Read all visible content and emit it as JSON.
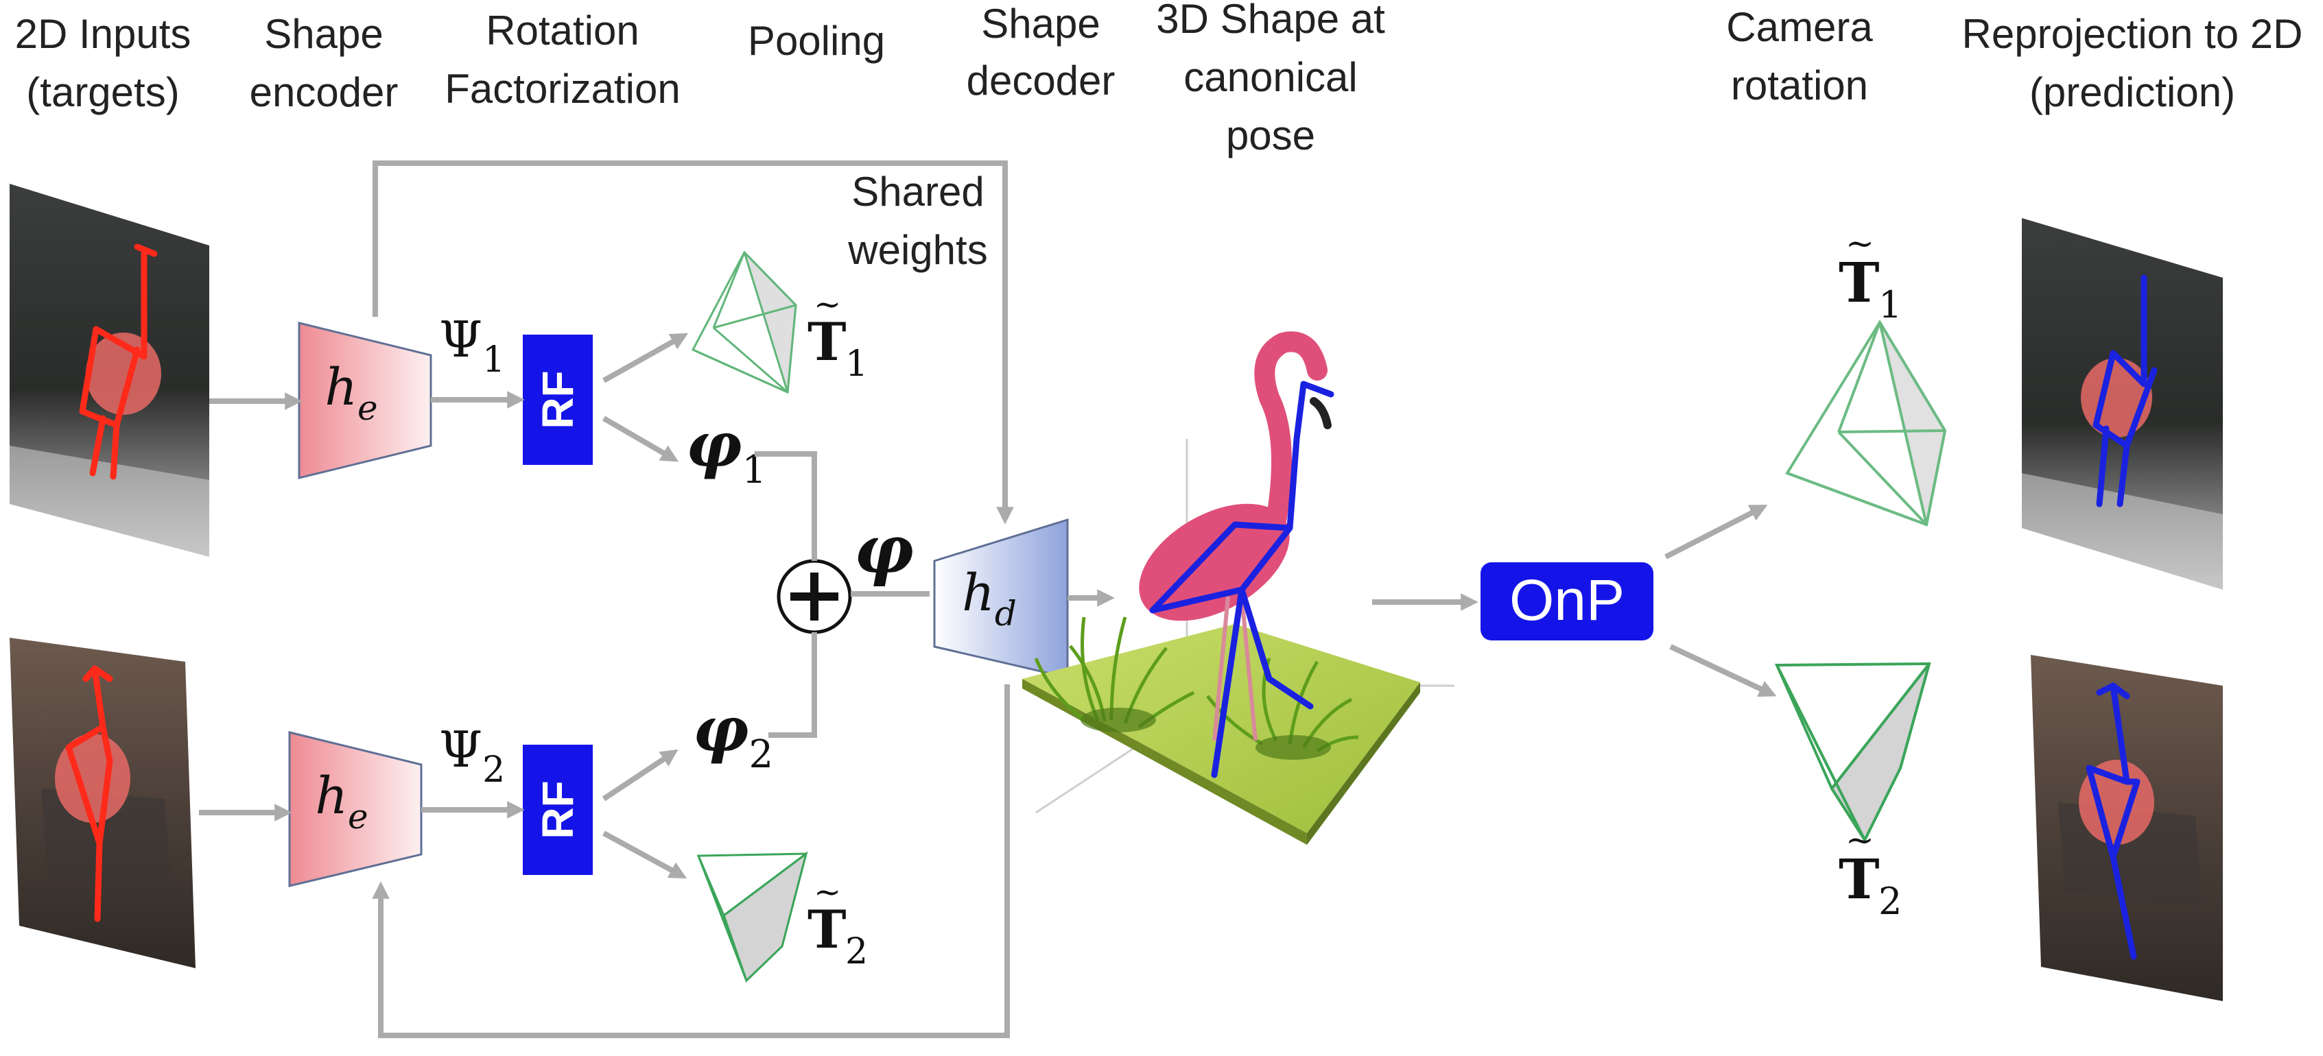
{
  "headers": {
    "inputs": [
      "2D Inputs",
      "(targets)"
    ],
    "encoder": [
      "Shape",
      "encoder"
    ],
    "rf": [
      "Rotation",
      "Factorization"
    ],
    "pooling": [
      "Pooling"
    ],
    "decoder": [
      "Shape",
      "decoder"
    ],
    "shape3d": [
      "3D Shape at",
      "canonical",
      "pose"
    ],
    "camera": [
      "Camera",
      "rotation"
    ],
    "reproj": [
      "Reprojection to 2D",
      "(prediction)"
    ]
  },
  "shared_weights": [
    "Shared",
    "weights"
  ],
  "encoder": {
    "symbol": "h",
    "sub": "e"
  },
  "decoder": {
    "symbol": "h",
    "sub": "d"
  },
  "rf_label": "RF",
  "onp_label": "OnP",
  "psi": {
    "symbol": "Ψ",
    "sub1": "1",
    "sub2": "2"
  },
  "phi": {
    "symbol": "φ",
    "sub1": "1",
    "sub2": "2"
  },
  "t_tilde": {
    "symbol": "T",
    "sub1": "1",
    "sub2": "2"
  },
  "plus": "+",
  "colors": {
    "accent_blue": "#1414e8",
    "arrow_gray": "#ababab",
    "skeleton_red": "#ff2a1a",
    "skeleton_blue": "#1a22e0",
    "pyramid_green": "#3ba55a",
    "flamingo_pink": "#e04f7a",
    "grass_green": "#a8c84a"
  }
}
